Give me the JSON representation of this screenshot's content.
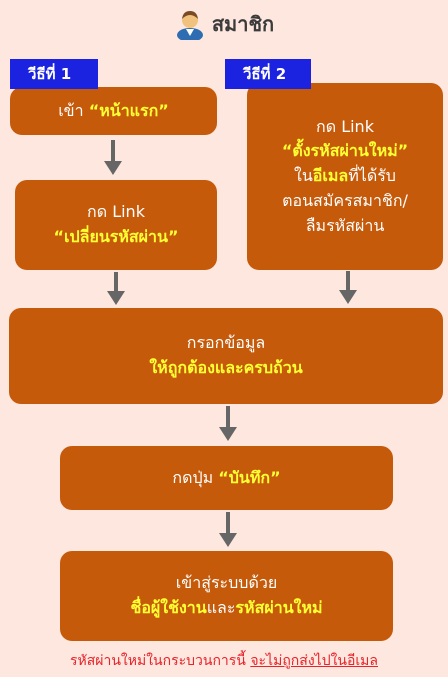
{
  "header": {
    "title": "สมาชิก"
  },
  "method1": {
    "badge": "วีธีที่ 1"
  },
  "method2": {
    "badge": "วีธีที่ 2"
  },
  "step_home": {
    "prefix": "เข้า ",
    "highlight": "“หน้าแรก”"
  },
  "step_change_pw": {
    "line1": "กด Link",
    "highlight": "“เปลี่ยนรหัสผ่าน”"
  },
  "step_email": {
    "line1": "กด Link",
    "highlight": "“ตั้งรหัสผ่านใหม่”",
    "line3_prefix": "ใน",
    "line3_highlight": "อีเมล",
    "line3_suffix": "ที่ได้รับ",
    "line4": "ตอนสมัครสมาชิก/",
    "line5": "ลืมรหัสผ่าน"
  },
  "step_fill": {
    "line1": "กรอกข้อมูล",
    "highlight": "ให้ถูกต้องและครบถ้วน"
  },
  "step_save": {
    "prefix": "กดปุ่ม ",
    "highlight": "“บันทึก”"
  },
  "step_login": {
    "line1": "เข้าสู่ระบบด้วย",
    "hl1": "ชื่อผู้ใช้งาน",
    "mid": "และ",
    "hl2": "รหัสผ่านใหม่"
  },
  "footer": {
    "text": "รหัสผ่านใหม่ในกระบวนการนี้ ",
    "underlined": "จะไม่ถูกส่งไปในอีเมล"
  }
}
